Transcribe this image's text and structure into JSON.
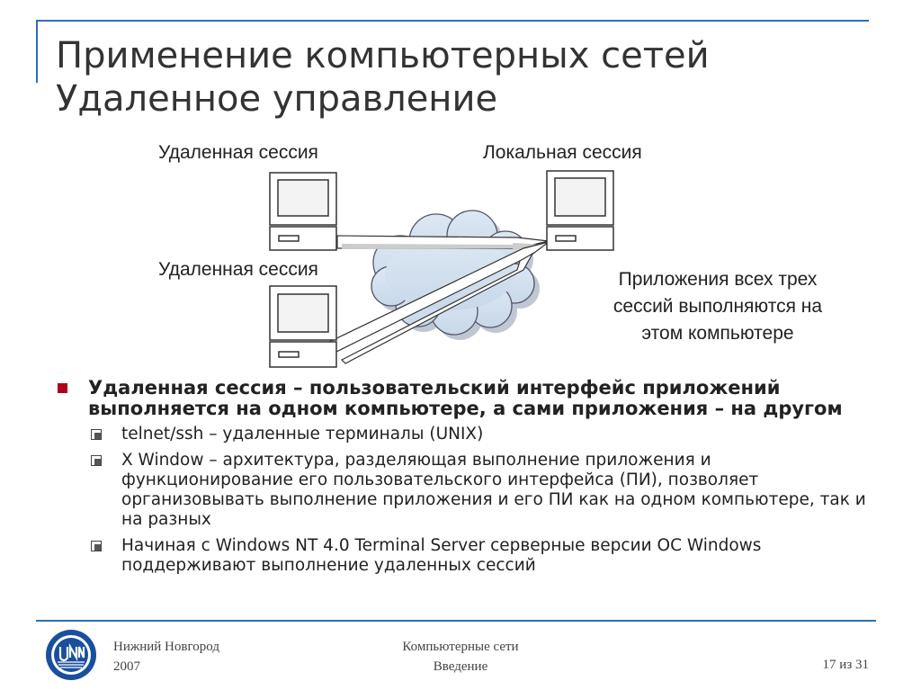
{
  "slide": {
    "title_line1": "Применение компьютерных сетей",
    "title_line2": "Удаленное управление"
  },
  "diagram": {
    "label_remote_top": "Удаленная сессия",
    "label_local": "Локальная сессия",
    "label_remote_bottom": "Удаленная сессия",
    "note_lines": [
      "Приложения всех трех",
      "сессий выполняются на",
      "этом компьютере"
    ]
  },
  "content": {
    "main_bullet": "Удаленная сессия – пользовательский интерфейс приложений выполняется на одном компьютере, а сами приложения – на другом",
    "sub_bullets": [
      "telnet/ssh – удаленные терминалы (UNIX)",
      "X Window – архитектура, разделяющая выполнение приложения и функционирование его пользовательского интерфейса (ПИ), позволяет организовывать выполнение приложения и его ПИ как на одном компьютере, так и на разных",
      "Начиная с Windows NT 4.0 Terminal Server серверные версии ОС Windows поддерживают выполнение удаленных сессий"
    ]
  },
  "footer": {
    "org_line1": "Нижний Новгород",
    "org_line2": "2007",
    "course_line1": "Компьютерные сети",
    "course_line2": "Введение",
    "page": "17 из 31"
  },
  "colors": {
    "rule": "#2f6fb3",
    "bullet_marker": "#b0001a",
    "title": "#333333"
  },
  "icons": {
    "computers": "desktop-computer-icon",
    "network": "cloud-icon",
    "logo": "unn-logo-icon"
  }
}
